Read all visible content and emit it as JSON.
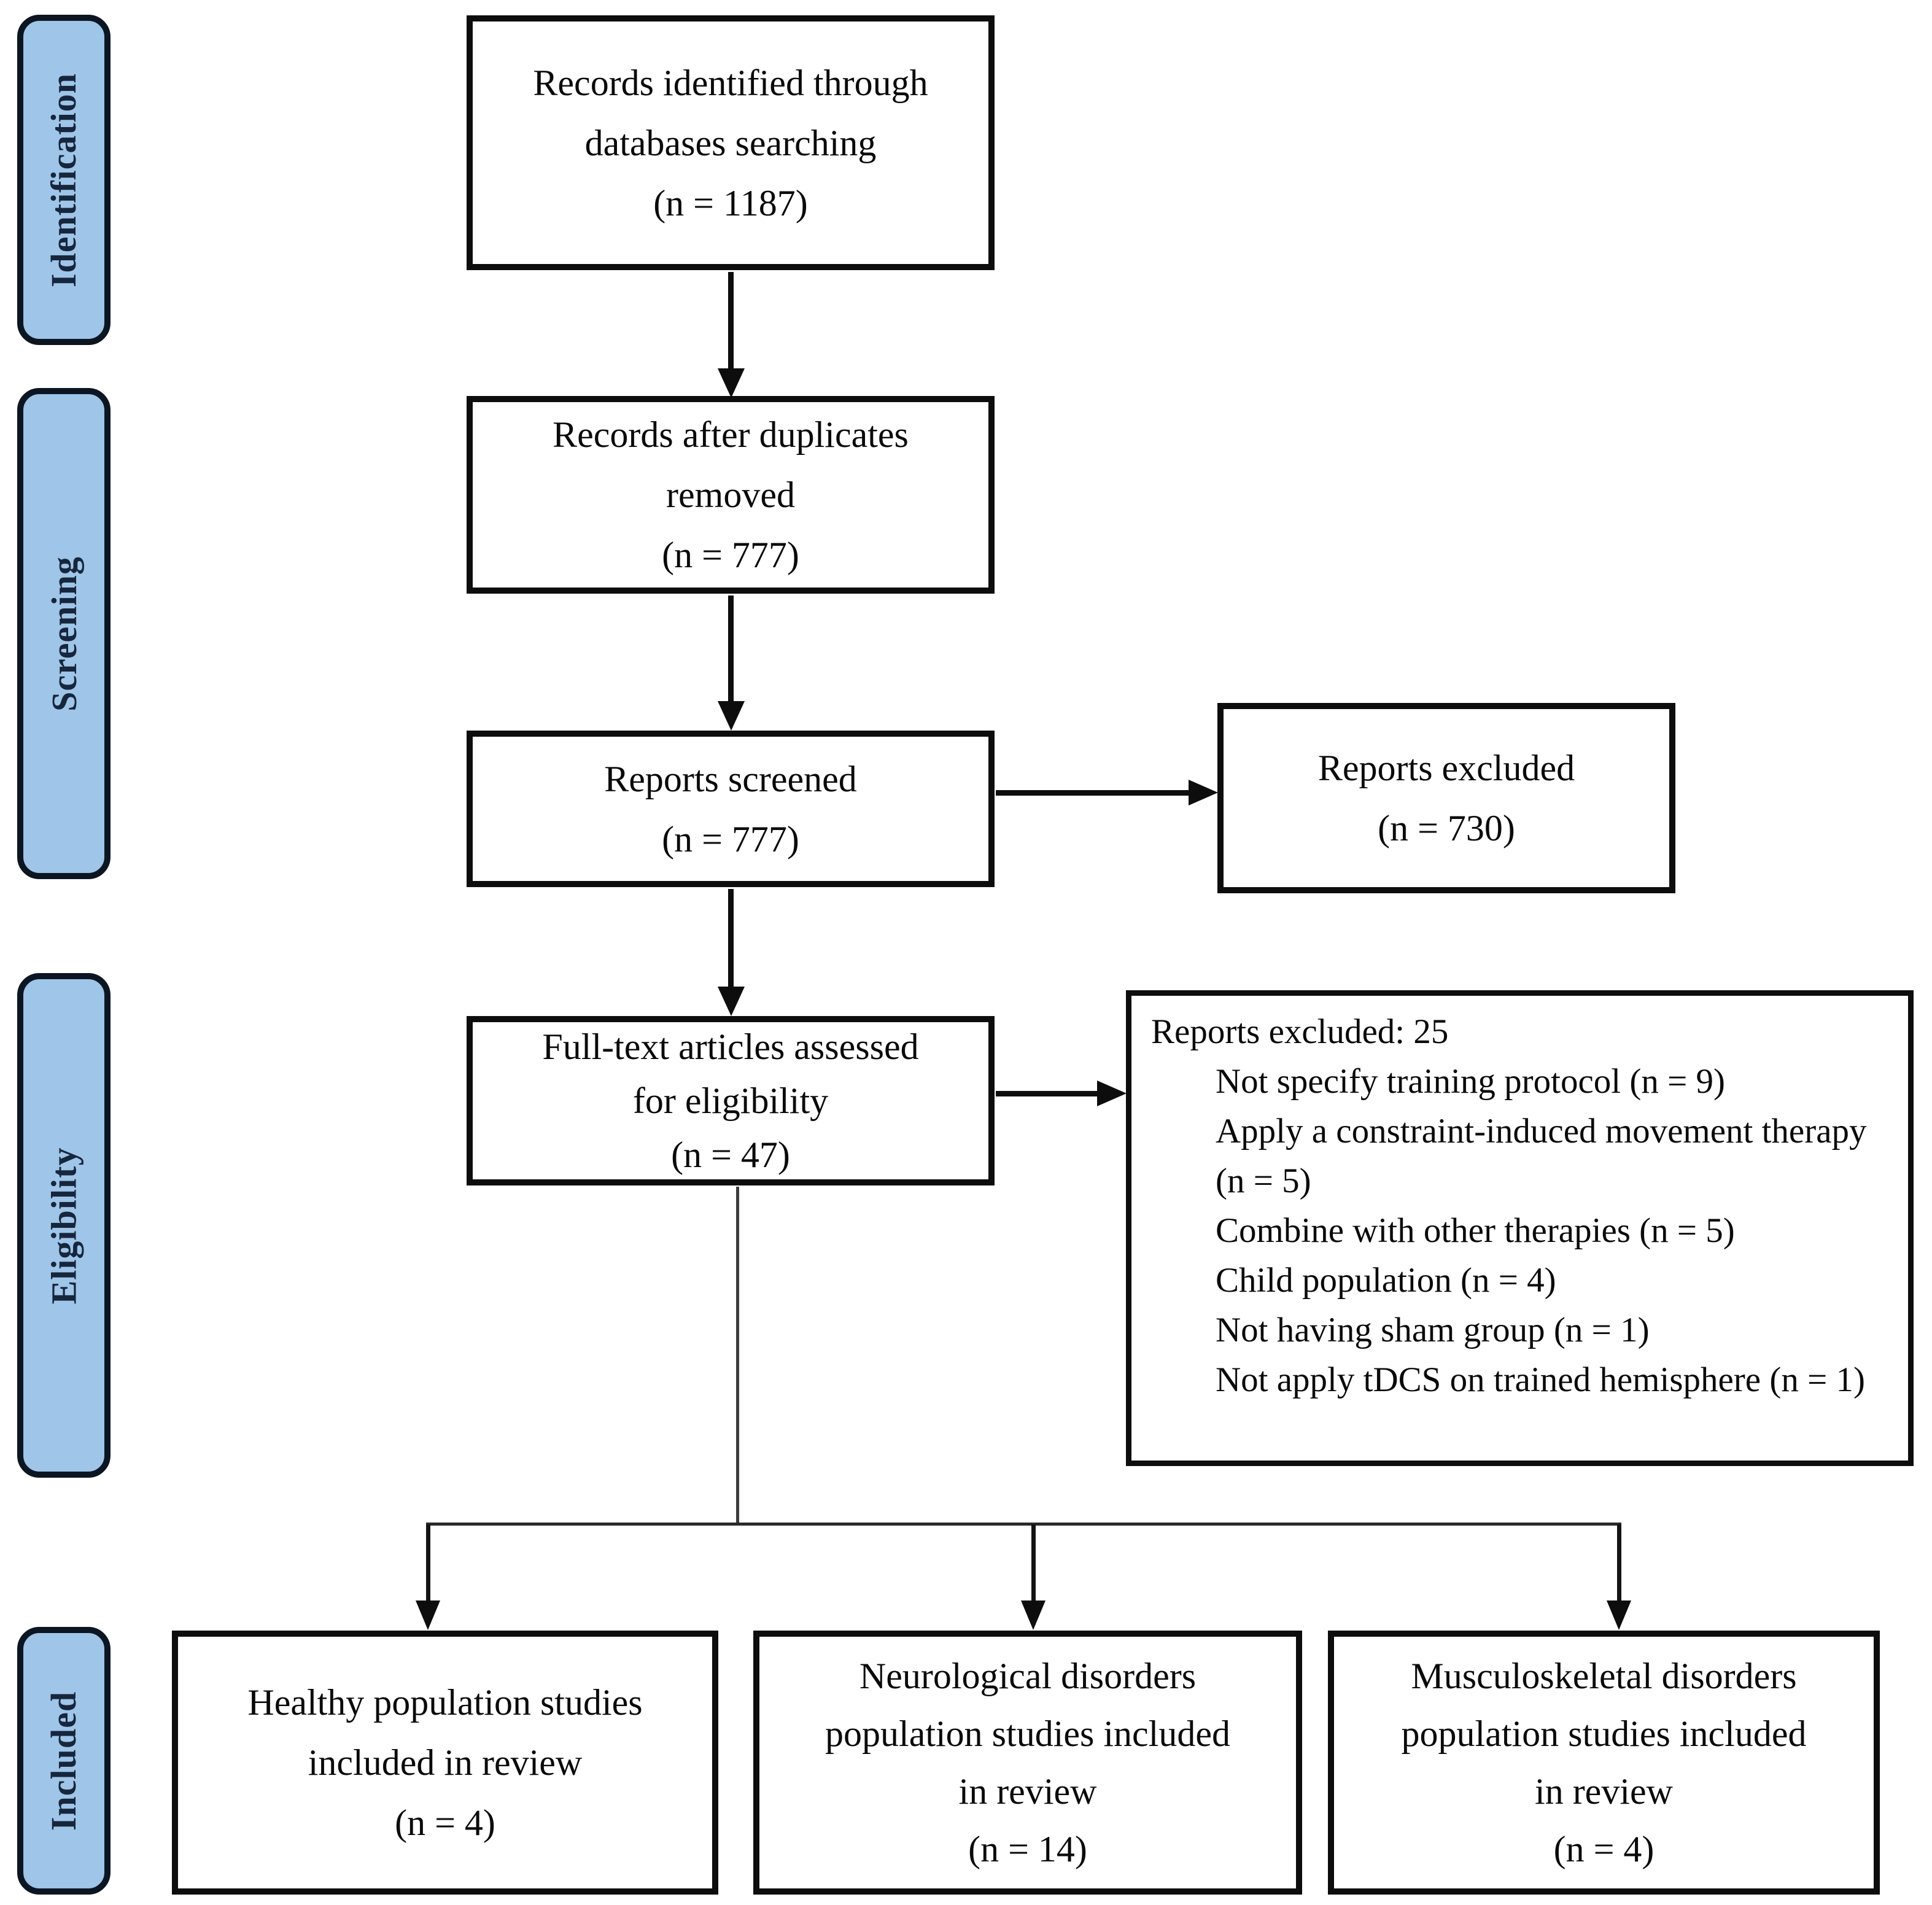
{
  "stages": [
    {
      "label": "Identification"
    },
    {
      "label": "Screening"
    },
    {
      "label": "Eligibility"
    },
    {
      "label": "Included"
    }
  ],
  "boxes": {
    "identified": {
      "lines": [
        "Records identified through",
        "databases searching",
        "(n = 1187)"
      ]
    },
    "duplicates_removed": {
      "lines": [
        "Records after duplicates",
        "removed",
        "(n = 777)"
      ]
    },
    "screened": {
      "lines": [
        "Reports screened",
        "(n = 777)"
      ]
    },
    "reports_excluded": {
      "lines": [
        "Reports excluded",
        "(n = 730)"
      ]
    },
    "full_text": {
      "lines": [
        "Full-text articles assessed",
        "for eligibility",
        "(n = 47)"
      ]
    },
    "full_text_excluded": {
      "header": "Reports excluded: 25",
      "reasons": [
        "Not specify training protocol (n = 9)",
        "Apply a constraint-induced movement therapy (n = 5)",
        "Combine with other therapies (n = 5)",
        "Child population (n = 4)",
        "Not having sham group (n = 1)",
        "Not apply tDCS on trained hemisphere (n = 1)"
      ]
    },
    "included_healthy": {
      "lines": [
        "Healthy population studies",
        "included in review",
        "(n = 4)"
      ]
    },
    "included_neurological": {
      "lines": [
        "Neurological disorders",
        "population studies included",
        "in review",
        "(n = 14)"
      ]
    },
    "included_musculoskeletal": {
      "lines": [
        "Musculoskeletal disorders",
        "population studies included",
        "in review",
        "(n = 4)"
      ]
    }
  },
  "colors": {
    "stage_fill": "#9fc5e8",
    "stage_border": "#0c1622",
    "stage_text": "#16263c",
    "box_border": "#0d0d0d",
    "text": "#0a0a0a",
    "background": "#ffffff"
  }
}
